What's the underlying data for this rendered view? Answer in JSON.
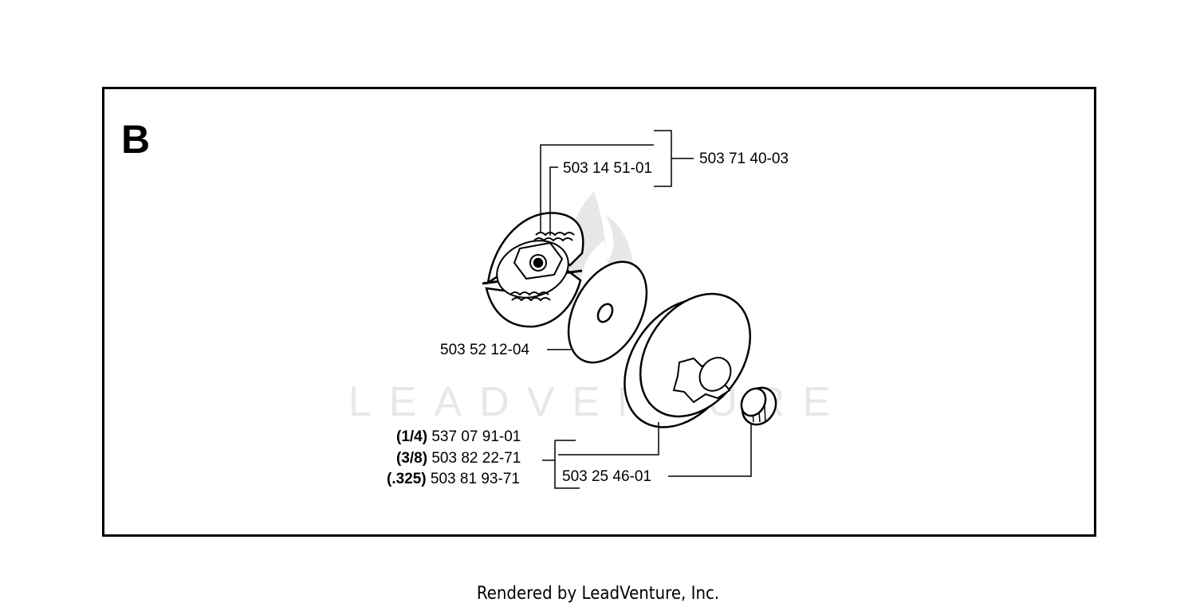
{
  "diagram": {
    "section_letter": "B",
    "watermark": "LEADVENTURE",
    "parts": {
      "clutch_assembly": "503 71 40-03",
      "clutch_shoes": "503 14 51-01",
      "washer": "503 52 12-04",
      "needle_bearing": "503 25 46-01",
      "drum_quarter": {
        "pitch": "(1/4)",
        "number": "537 07 91-01"
      },
      "drum_three_eighths": {
        "pitch": "(3/8)",
        "number": "503 82 22-71"
      },
      "drum_325": {
        "pitch": "(.325)",
        "number": "503 81 93-71"
      }
    }
  },
  "footer": "Rendered by LeadVenture, Inc."
}
